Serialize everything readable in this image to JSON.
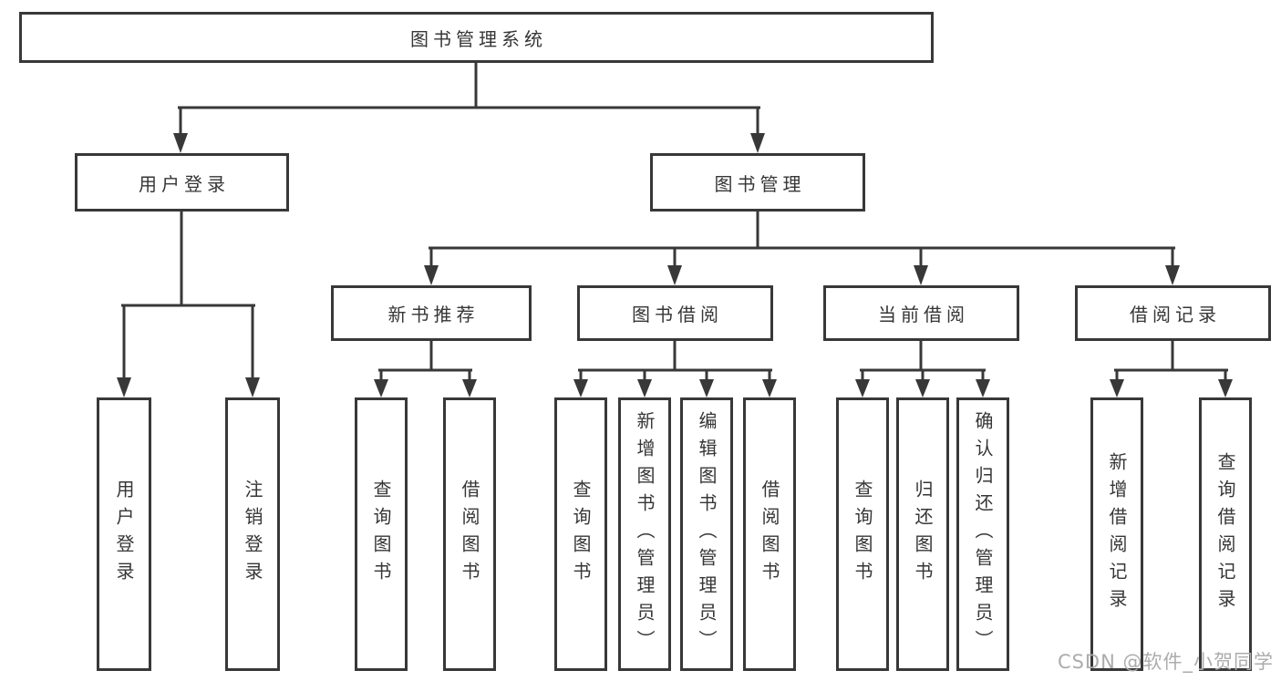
{
  "diagram": {
    "root": {
      "label": "图书管理系统"
    },
    "level2": [
      {
        "label": "用户登录"
      },
      {
        "label": "图书管理"
      }
    ],
    "level3": [
      {
        "label": "新书推荐"
      },
      {
        "label": "图书借阅"
      },
      {
        "label": "当前借阅"
      },
      {
        "label": "借阅记录"
      }
    ],
    "leaves": [
      {
        "label": "用户登录"
      },
      {
        "label": "注销登录"
      },
      {
        "label": "查询图书"
      },
      {
        "label": "借阅图书"
      },
      {
        "label": "查询图书"
      },
      {
        "label": "新增图书（管理员）"
      },
      {
        "label": "编辑图书（管理员）"
      },
      {
        "label": "借阅图书"
      },
      {
        "label": "查询图书"
      },
      {
        "label": "归还图书"
      },
      {
        "label": "确认归还（管理员）"
      },
      {
        "label": "新增借阅记录"
      },
      {
        "label": "查询借阅记录"
      }
    ]
  },
  "watermark": {
    "text": "CSDN @软件_小贺同学"
  },
  "colors": {
    "line": "#383838",
    "box_border": "#383838",
    "box_fill": "#ffffff",
    "text": "#363636",
    "watermark": "#acacac",
    "background": "#ffffff"
  }
}
